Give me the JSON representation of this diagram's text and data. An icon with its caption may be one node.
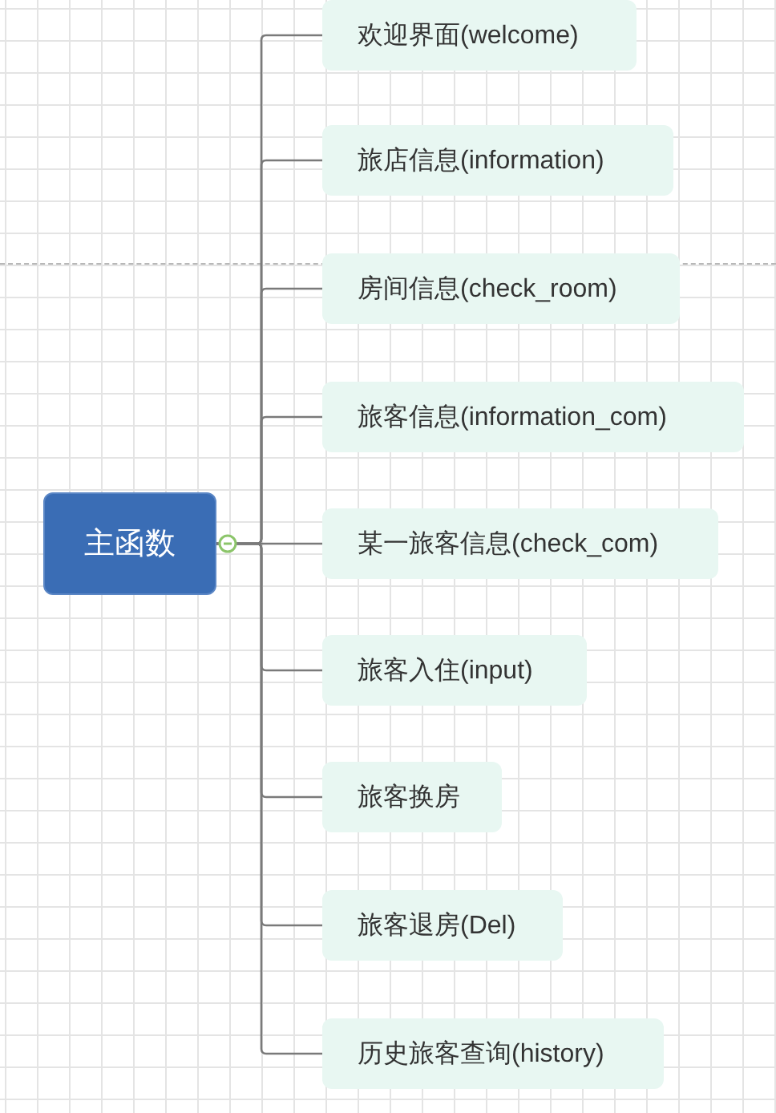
{
  "diagram": {
    "nodes": [
      {
        "text": [
          "主函数"
        ]
      },
      {
        "text": [
          "欢迎界面(welcome)"
        ]
      },
      {
        "text": [
          "旅店信息(information)"
        ]
      },
      {
        "text": [
          "房间信息(check_room)"
        ]
      },
      {
        "text": [
          "旅客信息(information_com)"
        ]
      },
      {
        "text": [
          "某一旅客信息(check_com)"
        ]
      },
      {
        "text": [
          "旅客入住(input)"
        ]
      },
      {
        "text": [
          "旅客换房"
        ]
      },
      {
        "text": [
          "旅客退房(Del)"
        ]
      },
      {
        "text": [
          "历史旅客查询(history)"
        ]
      }
    ],
    "edges": [
      {
        "from": 0,
        "to": 1,
        "arrow": "none"
      },
      {
        "from": 0,
        "to": 2,
        "arrow": "none"
      },
      {
        "from": 0,
        "to": 3,
        "arrow": "none"
      },
      {
        "from": 0,
        "to": 4,
        "arrow": "none"
      },
      {
        "from": 0,
        "to": 5,
        "arrow": "none"
      },
      {
        "from": 0,
        "to": 6,
        "arrow": "none"
      },
      {
        "from": 0,
        "to": 7,
        "arrow": "none"
      },
      {
        "from": 0,
        "to": 8,
        "arrow": "none"
      },
      {
        "from": 0,
        "to": 9,
        "arrow": "none"
      }
    ]
  }
}
